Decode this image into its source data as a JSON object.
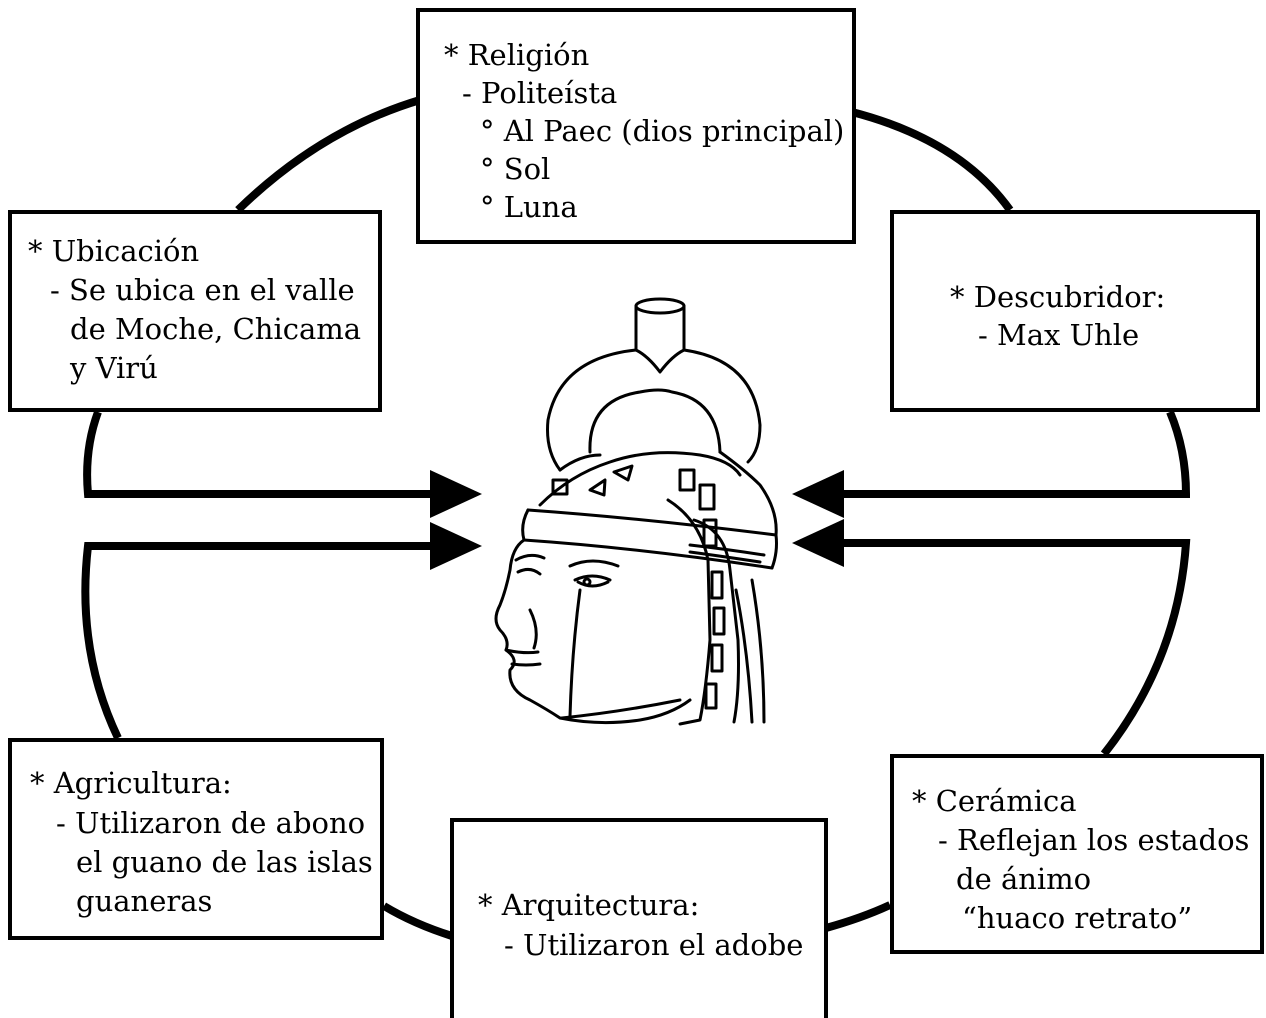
{
  "colors": {
    "ink": "#000000",
    "paper": "#ffffff"
  },
  "center_image": {
    "icon": "moche-portrait-vessel-icon"
  },
  "boxes": {
    "religion": {
      "heading": "* Religión",
      "item": "- Politeísta",
      "subitems": [
        "° Al Paec (dios principal)",
        "° Sol",
        "° Luna"
      ]
    },
    "ubicacion": {
      "heading": "* Ubicación",
      "lines": [
        "- Se ubica en el valle",
        "de Moche, Chicama",
        "y Virú"
      ]
    },
    "descubridor": {
      "heading": "* Descubridor:",
      "item": "- Max Uhle"
    },
    "agricultura": {
      "heading": "* Agricultura:",
      "lines": [
        "- Utilizaron de abono",
        "el guano de las islas",
        "guaneras"
      ]
    },
    "arquitectura": {
      "heading": "* Arquitectura:",
      "item": "- Utilizaron el adobe"
    },
    "ceramica": {
      "heading": "* Cerámica",
      "lines": [
        "- Reflejan los estados",
        "de ánimo",
        "“huaco retrato”"
      ]
    }
  }
}
